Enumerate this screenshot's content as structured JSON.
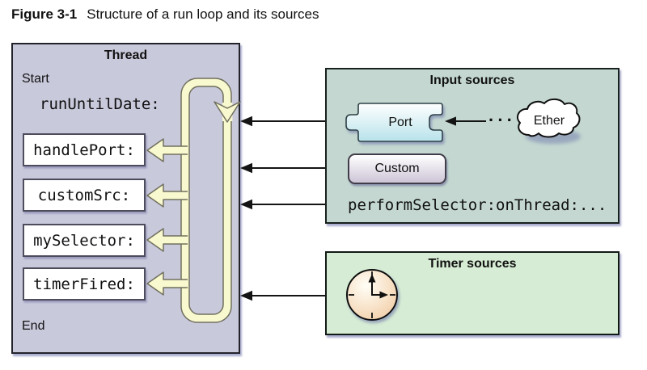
{
  "figure": {
    "label": "Figure 3-1",
    "caption": "Structure of a run loop and its sources"
  },
  "thread": {
    "title": "Thread",
    "start_label": "Start",
    "run_method": "runUntilDate:",
    "handlers": [
      "handlePort:",
      "customSrc:",
      "mySelector:",
      "timerFired:"
    ],
    "end_label": "End"
  },
  "input_sources": {
    "title": "Input sources",
    "port_label": "Port",
    "custom_label": "Custom",
    "ether_label": "Ether",
    "ellipsis": "···",
    "perform_method": "performSelector:onThread:..."
  },
  "timer_sources": {
    "title": "Timer sources"
  },
  "colors": {
    "thread_bg": "#c9c9dc",
    "input_bg": "#c4d8d1",
    "timer_bg": "#d6ecd4",
    "loop_fill": "#f9f9cf",
    "loop_stroke": "#70705f",
    "ink": "#111111"
  }
}
